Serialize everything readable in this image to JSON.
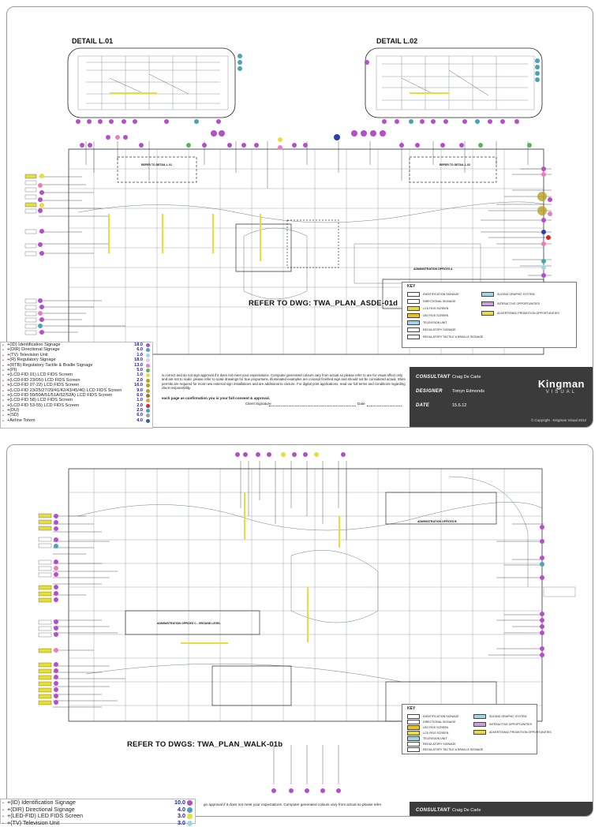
{
  "sheet1": {
    "detail_left": "DETAIL L.01",
    "detail_right": "DETAIL L.02",
    "refer": "REFER TO DWG: TWA_PLAN_ASDE-01d",
    "refer_detail_left": "REFER TO DETAIL L.01",
    "refer_detail_right": "REFER TO DETAIL L.02",
    "admin_label": "ADMINISTRATION OFFICES A",
    "key_title": "KEY",
    "key_left": [
      "IDENTIFICATION SIGNAGE",
      "DIRECTIONAL SIGNAGE",
      "LCD FIDS SCREEN",
      "LED FIDS SCREEN",
      "TELEVISION UNIT",
      "REGULATORY SIGNAGE",
      "REGULATORY TACTILE & BRAILLE SIGNAGE"
    ],
    "key_right": [
      "SLIDING GRAPHIC SYSTEM",
      "INTERACTIVE OPPORTUNITIES",
      "ADVERTISING/ PROMOTION OPPORTUNITIES"
    ],
    "consultant_label": "CONSULTANT",
    "consultant": "Craig De Carle",
    "designer_label": "DESIGNER",
    "designer": "Tomyn Edmonds",
    "date_label": "DATE",
    "date": "15.6.12",
    "logo_main": "Kingman",
    "logo_sub": "VISUAL",
    "copyright": "© Copyright . Kingman Visual 2012",
    "notes": "is correct and do not sign approval if it does not meet your expectations. Computer generated colours vary from actual so please refer to are for visual effect only and are not to scale, please refer to scale drawings for true proportions. Illuminated examples are concept finished sign and should not be considered actual. Shire permits are required for most new external sign installations and are additional to closure. For digital print applications, read our full terms and conditions regarding client responsibility.",
    "confirm": "each page as confirmation you is your full consent & approval.",
    "client_signature": "Client Signature",
    "date_field": "Date",
    "legend": [
      {
        "label": "(ID) Identification Signage",
        "count": "18.0",
        "color": "#b44fc9"
      },
      {
        "label": "(DIR) Directional Signage",
        "count": "6.0",
        "color": "#4aa3b8"
      },
      {
        "label": "(TV) Television Unit",
        "count": "1.0",
        "color": "#9fd8e3"
      },
      {
        "label": "(R) Regulatory Signage",
        "count": "18.0",
        "color": "#f0c8dc"
      },
      {
        "label": "(RTB) Regulatory Tactile & Braille Signage",
        "count": "13.0",
        "color": "#e87fc0"
      },
      {
        "label": "(PI)",
        "count": "5.0",
        "color": "#5ab55a"
      },
      {
        "label": "(LCD-FID 01) LCD FIDS Screen",
        "count": "1.0",
        "color": "#e7de3a"
      },
      {
        "label": "(LCD-FID 23/05/) LCD FIDS Screen",
        "count": "2.0",
        "color": "#b8a020"
      },
      {
        "label": "(LCD-FID 07-22) LCD FIDS Screen",
        "count": "16.0",
        "color": "#b8a020"
      },
      {
        "label": "(LCD-FID 23/25/27/29/41/42/43/45/46) LCD FIDS Screen",
        "count": "9.0",
        "color": "#b8a020"
      },
      {
        "label": "(LCD-FID 50/50A/51/51A/52/52A) LCD FIDS Screen",
        "count": "6.0",
        "color": "#9a7a1e"
      },
      {
        "label": "(LCD-FID 58) LCD FIDS Screen",
        "count": "1.0",
        "color": "#f09a30"
      },
      {
        "label": "(LCD-FID 53-55) LCD FIDS Screen",
        "count": "2.0",
        "color": "#d62828"
      },
      {
        "label": "(DU)",
        "count": "2.0",
        "color": "#3ca0d8"
      },
      {
        "label": "(SD)",
        "count": "6.0",
        "color": "#a0a0a0"
      },
      {
        "label": "Airline Totem",
        "count": "4.0",
        "color": "#2a5fc0"
      }
    ]
  },
  "sheet2": {
    "refer": "REFER TO DWGS: TWA_PLAN_WALK-01b",
    "admin_label_top": "ADMINISTRATION OFFICES B",
    "admin_label_mid": "ADMINISTRATION OFFICES C - GROUND LEVEL",
    "key_title": "KEY",
    "key_left": [
      "IDENTIFICATION SIGNAGE",
      "DIRECTIONAL SIGNAGE",
      "LED FIDS SCREEN",
      "LCD FIDS SCREEN",
      "TELEVISION UNIT",
      "REGULATORY SIGNAGE",
      "REGULATORY TACTILE & BRAILLE SIGNAGE"
    ],
    "key_right": [
      "SLIDING GRAPHIC SYSTEM",
      "INTERACTIVE OPPORTUNITIES",
      "ADVERTISING/ PROMOTION OPPORTUNITIES"
    ],
    "consultant_label": "CONSULTANT",
    "consultant": "Craig De Carle",
    "notes": "gn approval if it does not meet your expectations. Computer generated colours vary from actual so please refer",
    "legend": [
      {
        "label": "(ID) Identification Signage",
        "count": "10.0",
        "color": "#b44fc9"
      },
      {
        "label": "(DIR) Directional Signage",
        "count": "4.0",
        "color": "#4aa3b8"
      },
      {
        "label": "(LED-FID) LED FIDS Screen",
        "count": "3.0",
        "color": "#e7de3a"
      },
      {
        "label": "(TV) Television Unit",
        "count": "3.0",
        "color": "#9fd8e3"
      }
    ]
  },
  "colors": {
    "id": "#b44fc9",
    "dir": "#4aa3b8",
    "tv": "#9fd8e3",
    "reg": "#f0c8dc",
    "rtb": "#e87fc0",
    "pi": "#5ab55a",
    "lcd": "#e7de3a",
    "led": "#f0c020",
    "red": "#d62828",
    "blue": "#2a3fb0",
    "plan": "#9aa9b6"
  }
}
